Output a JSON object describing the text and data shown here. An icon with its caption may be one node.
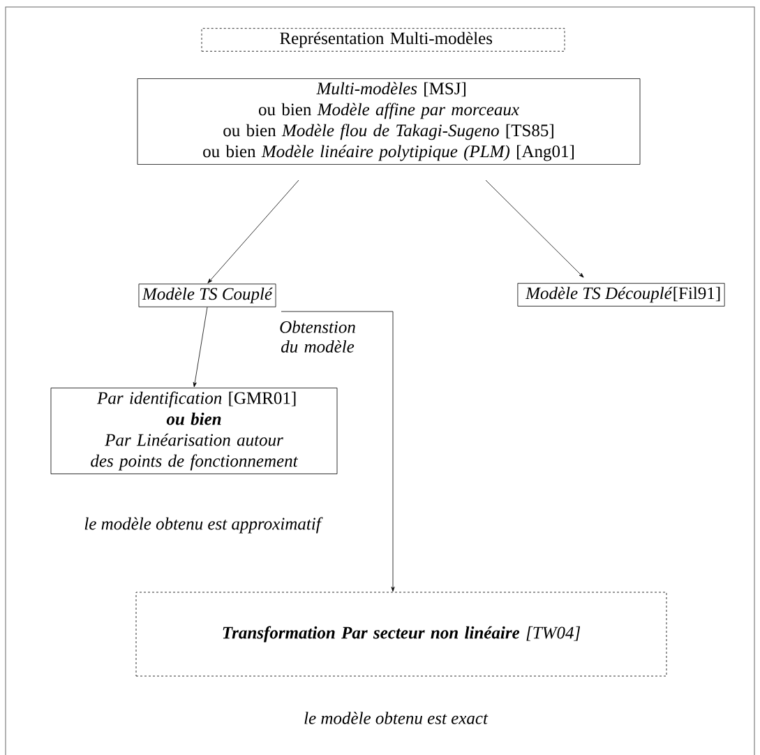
{
  "diagram": {
    "nodes": [
      {
        "text": [
          "Représentation Multi-modèles"
        ]
      },
      {
        "text": [
          "*Multi-modèles* [MSJ]",
          "ou bien *Modèle affine par morceaux*",
          "ou bien *Modèle flou de Takagi-Sugeno* [TS85]",
          "ou bien *Modèle linéaire polytipique (PLM)* [Ang01]"
        ]
      },
      {
        "text": [
          "Modèle TS Couplé"
        ]
      },
      {
        "text": [
          "*Modèle TS Découplé*[Fil91]"
        ]
      },
      {
        "text": [
          "*Par identification* [GMR01]",
          "ou bien",
          "Par Linéarisation autour des points de fonctionnement"
        ],
        "beside": [
          "le modèle obtenu est approximatif"
        ]
      },
      {
        "text": [
          "**Transformation Par secteur non linéaire** [TW04]"
        ],
        "beside": [
          "le modèle obtenu est exact"
        ]
      }
    ],
    "edges": [
      {
        "from": 1,
        "to": 2,
        "arrow": "to"
      },
      {
        "from": 1,
        "to": 3,
        "arrow": "to"
      },
      {
        "from": 2,
        "to": 4,
        "arrow": "to"
      },
      {
        "from": 2,
        "to": 5,
        "arrow": "to",
        "label": "Obtenstion du modèle"
      }
    ]
  }
}
